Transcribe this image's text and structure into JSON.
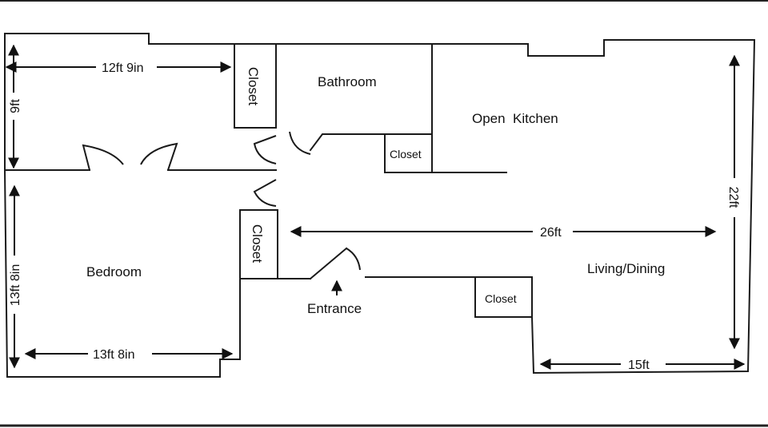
{
  "rooms": {
    "bathroom": "Bathroom",
    "kitchen": "Open  Kitchen",
    "bedroom": "Bedroom",
    "living": "Living/Dining",
    "entrance": "Entrance"
  },
  "closets": {
    "top_left": "Closet",
    "bath": "Closet",
    "mid": "Closet",
    "living": "Closet"
  },
  "dimensions": {
    "top_width": "12ft 9in",
    "top_height": "9ft",
    "bedroom_height": "13ft 8in",
    "bedroom_width": "13ft 8in",
    "hall_width": "26ft",
    "living_height": "22ft",
    "living_width": "15ft"
  }
}
